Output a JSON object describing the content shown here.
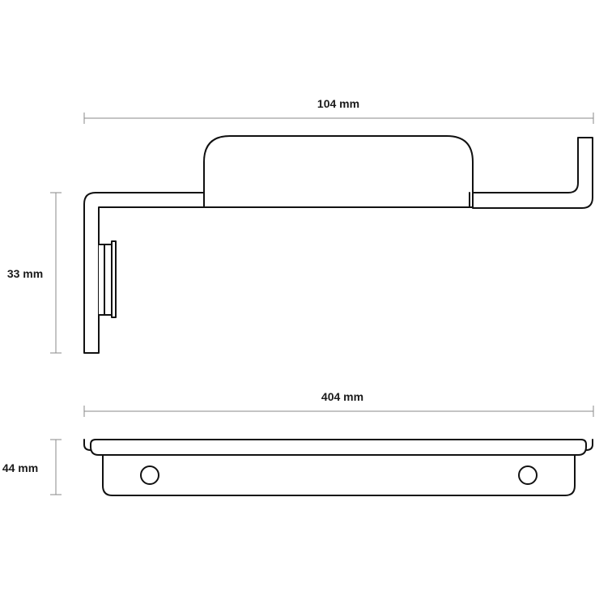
{
  "dimensions": {
    "top_width": "104 mm",
    "side_height": "33 mm",
    "bottom_width": "404 mm",
    "bottom_height": "44 mm"
  },
  "colors": {
    "outline": "#111111",
    "dimension_line": "#8a8a8a",
    "background": "#ffffff"
  }
}
